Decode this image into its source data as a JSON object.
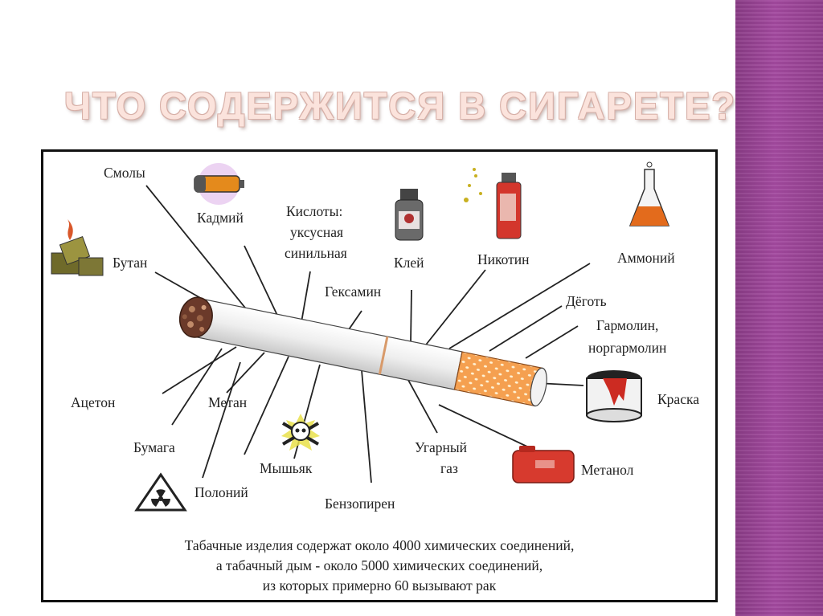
{
  "title": "ЧТО СОДЕРЖИТСЯ В СИГАРЕТЕ?",
  "labels": {
    "smoly": "Смолы",
    "kadmiy": "Кадмий",
    "kisloty": "Кислоты:",
    "uksusnaya": "уксусная",
    "sinilnaya": "синильная",
    "butan": "Бутан",
    "kley": "Клей",
    "nikotin": "Никотин",
    "ammoniy": "Аммоний",
    "geksamin": "Гексамин",
    "degot": "Дёготь",
    "garmolin": "Гармолин,",
    "norgarmolin": "норгармолин",
    "kraska": "Краска",
    "aceton": "Ацетон",
    "metan": "Метан",
    "bumaga": "Бумага",
    "myshyak": "Мышьяк",
    "ugarnyy": "Угарный",
    "gaz": "газ",
    "metanol": "Метанол",
    "poloniy": "Полоний",
    "benzopiren": "Бензопирен"
  },
  "caption": [
    "Табачные изделия содержат около 4000 химических соединений,",
    "а табачный дым - около 5000 химических соединений,",
    "из которых примерно 60 вызывают рак"
  ],
  "colors": {
    "accent": "#a44aa0",
    "filter": "#f5a050"
  },
  "icons": [
    "lighter-icon",
    "battery-icon",
    "glue-bottle-icon",
    "spray-can-icon",
    "flask-icon",
    "paint-can-icon",
    "skull-crossbones-icon",
    "radiation-icon",
    "fuel-canister-icon"
  ]
}
